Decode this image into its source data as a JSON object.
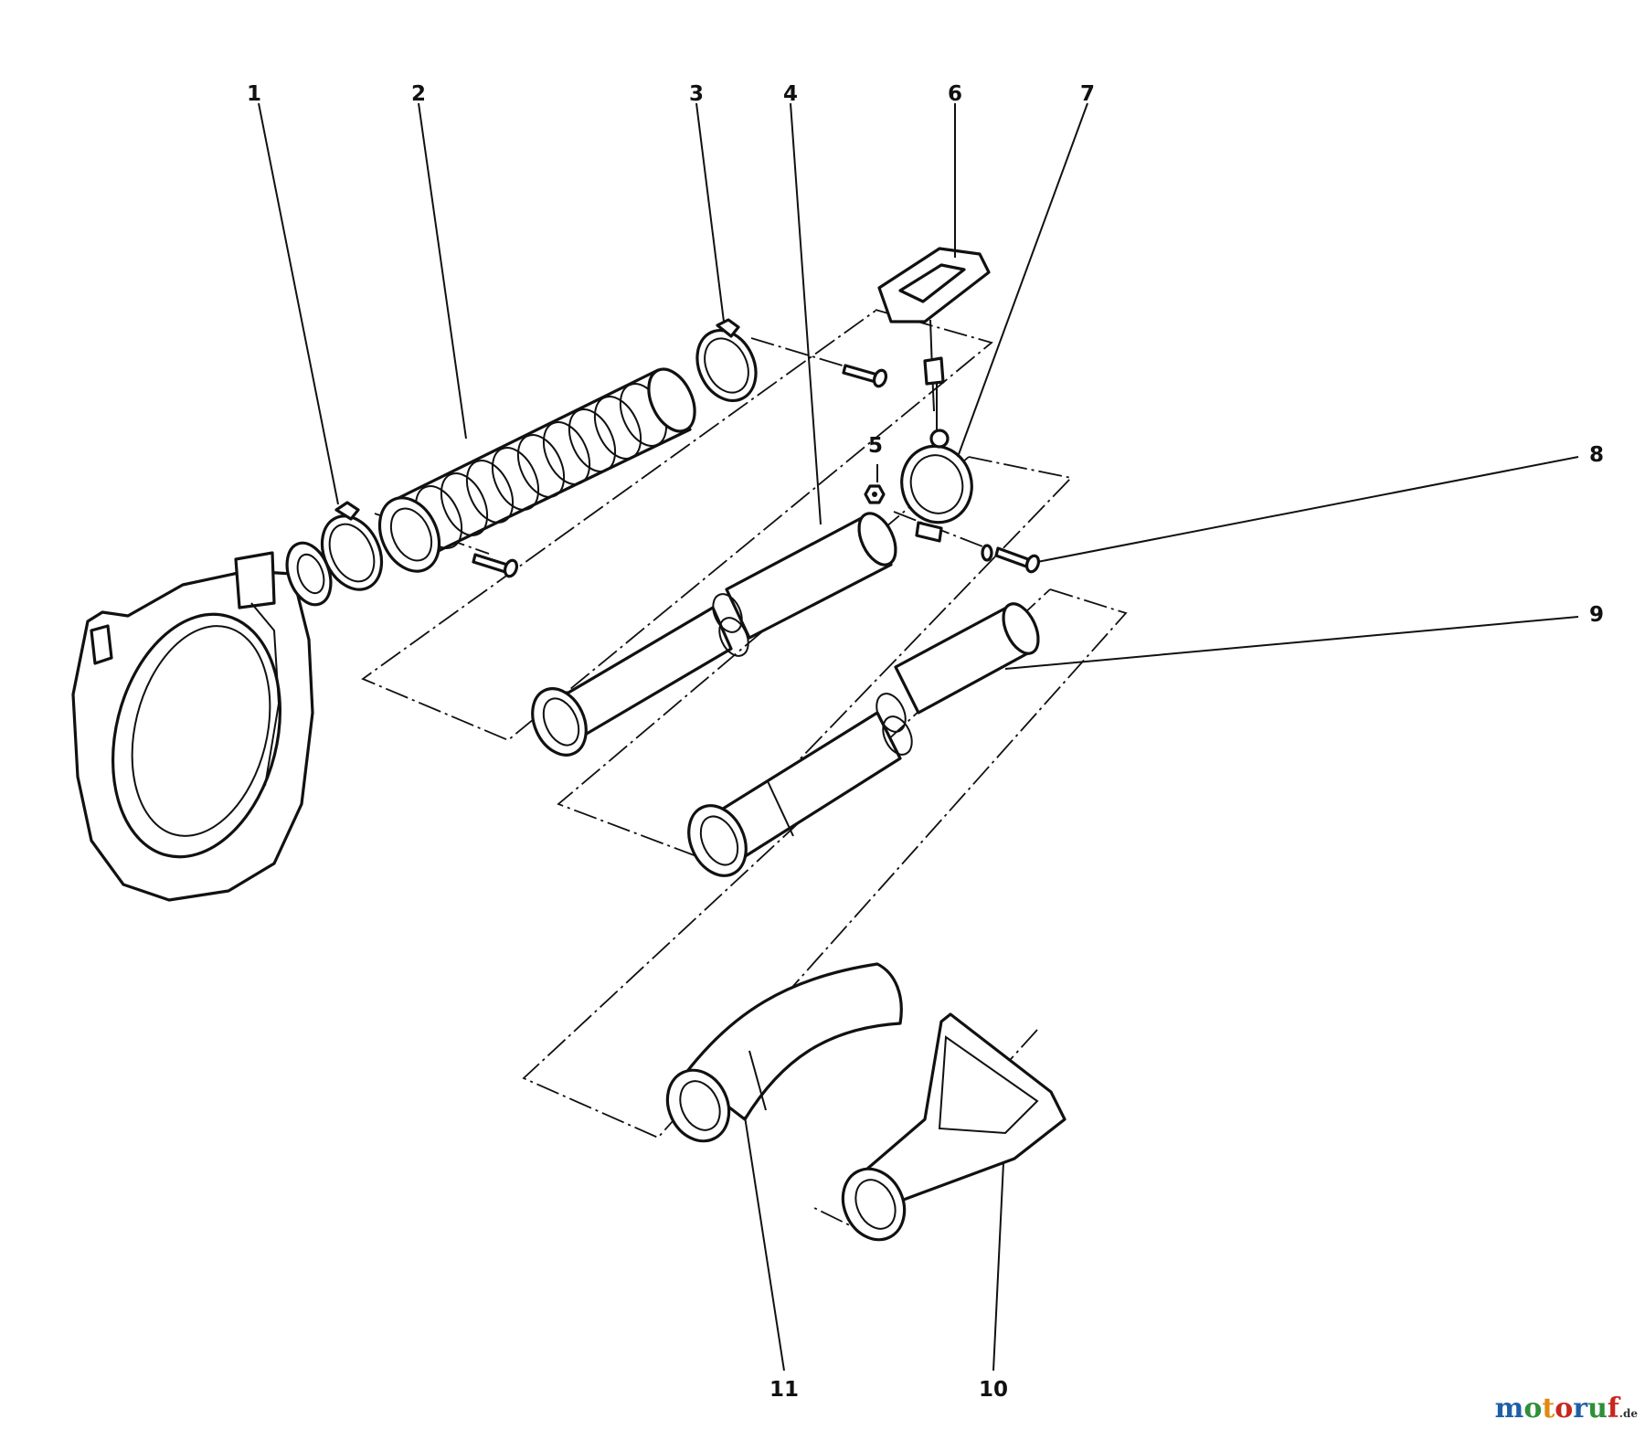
{
  "diagram": {
    "callouts": [
      "1",
      "2",
      "3",
      "4",
      "5",
      "6",
      "7",
      "8",
      "9",
      "10",
      "11"
    ]
  },
  "watermark": {
    "text": "motoruf",
    "tld": ".de",
    "colors": [
      "#1f5fa8",
      "#2f8f3a",
      "#e08a12",
      "#c8271f",
      "#1f5fa8",
      "#2f8f3a",
      "#c8271f"
    ]
  }
}
